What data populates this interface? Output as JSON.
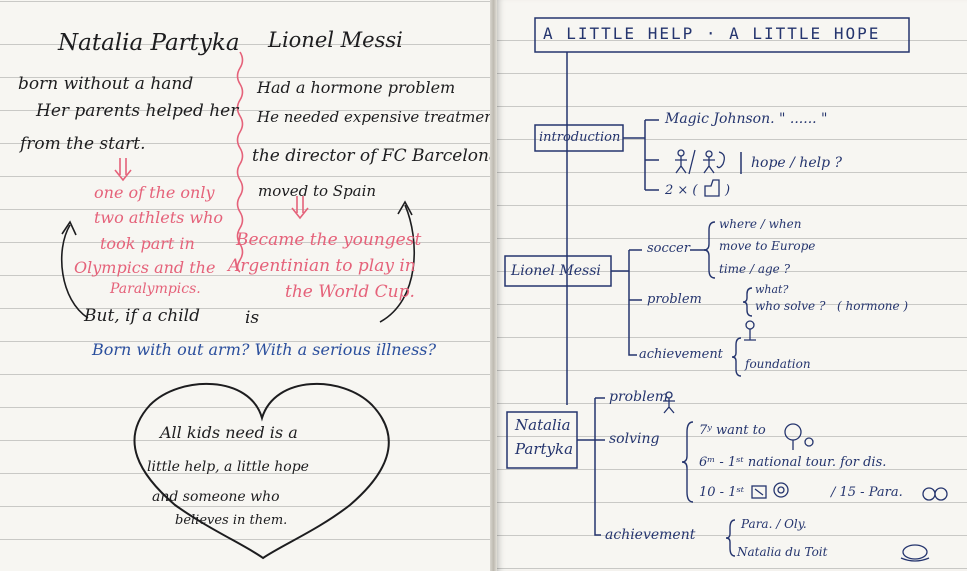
{
  "left_page": {
    "natalia_title": "Natalia Partyka",
    "natalia_line1": "born without a hand",
    "natalia_line2": "Her parents helped her",
    "natalia_line3": "from the start.",
    "natalia_pink1": "one of the only",
    "natalia_pink2": "two athlets who",
    "natalia_pink3": "took part in",
    "natalia_pink4": "Olympics and the",
    "natalia_pink5": "Paralympics.",
    "messi_title": "Lionel Messi",
    "messi_line1": "Had a hormone problem",
    "messi_line2": "He needed expensive treatment.",
    "messi_line3": "the director of FC Barcelona",
    "messi_line4": "moved to Spain",
    "messi_pink1": "Became the youngest",
    "messi_pink2": "Argentinian to play in",
    "messi_pink3": "the World Cup.",
    "question_a": "But, if a child",
    "question_b": "is",
    "blue_line": "Born with out arm?   With a serious illness?",
    "heart_line1": "All kids need is a",
    "heart_line2": "little help, a little hope",
    "heart_line3": "and someone who",
    "heart_line4": "believes in them."
  },
  "right_page": {
    "title": "A LITTLE HELP · A LITTLE HOPE",
    "intro_label": "introduction",
    "intro_item1": "Magic Johnson. \" ...... \"",
    "intro_item2_b": "hope / help ?",
    "intro_item3_a": "2 × (",
    "intro_item3_b": ")",
    "messi_label": "Lionel Messi",
    "soccer": "soccer",
    "soccer_1": "where / when",
    "soccer_2": "move to Europe",
    "soccer_3": "time / age ?",
    "problem": "problem",
    "problem_1": "what?",
    "problem_2": "who solve ?",
    "problem_3": "( hormone )",
    "achievement": "achievement",
    "achievement_2": "foundation",
    "natalia_label_1": "Natalia",
    "natalia_label_2": "Partyka",
    "n_problem": "problem",
    "n_solving": "solving",
    "n_solving_1": "7ʸ want to",
    "n_solving_2": "6ᵐ - 1ˢᵗ national tour. for dis.",
    "n_solving_3": "10 - 1ˢᵗ",
    "n_solving_3b": "/ 15 - Para.",
    "n_achievement": "achievement",
    "n_achievement_1": "Para. / Oly.",
    "n_achievement_2": "Natalia du Toit"
  }
}
